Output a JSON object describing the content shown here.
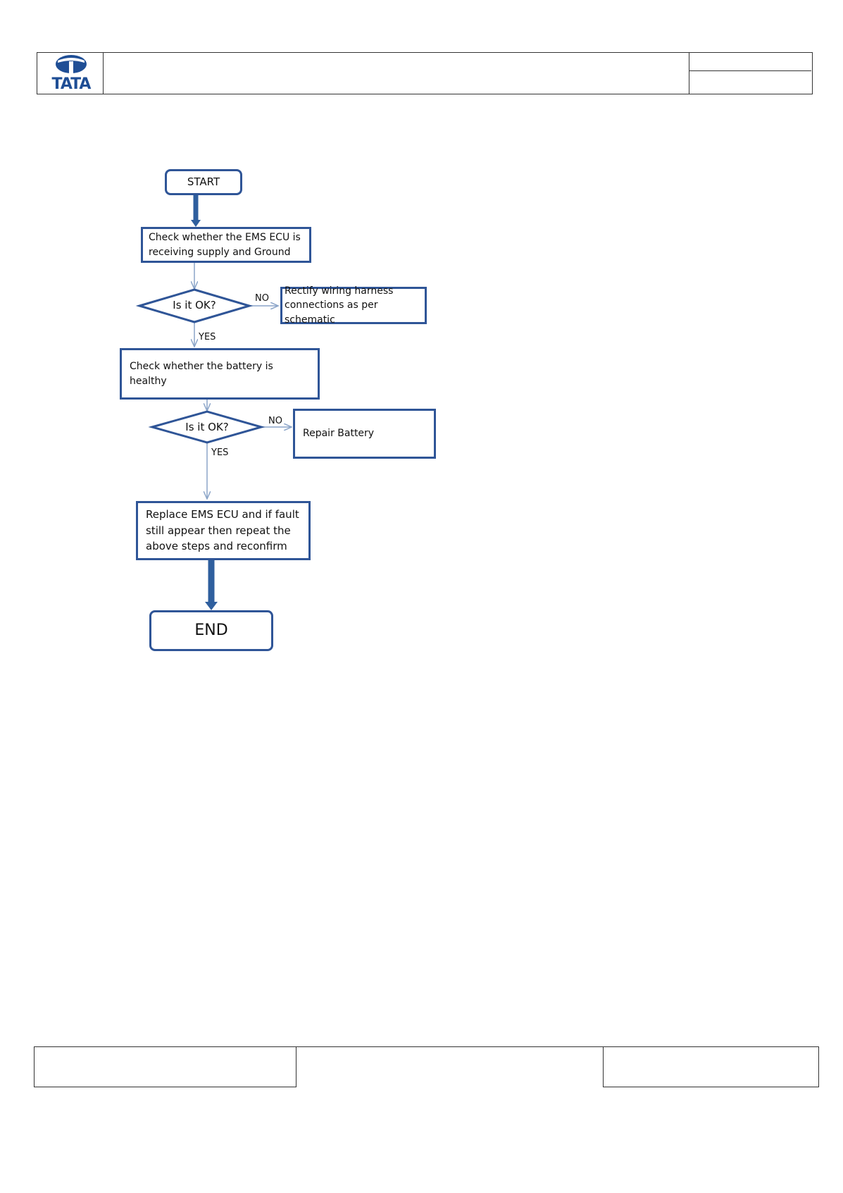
{
  "header": {
    "logo_text": "TATA"
  },
  "flowchart": {
    "start": "START",
    "check_supply": "Check whether the EMS ECU is receiving supply and Ground",
    "decision_1": "Is it OK?",
    "no_1": "NO",
    "rectify": "Rectify wiring harness connections as per schematic",
    "yes_1": "YES",
    "check_battery": "Check whether the battery is healthy",
    "decision_2": "Is it OK?",
    "no_2": "NO",
    "repair": "Repair Battery",
    "yes_2": "YES",
    "replace": "Replace EMS ECU and if fault still appear then repeat the above steps and reconfirm",
    "end": "END"
  },
  "colors": {
    "node_border": "#2f5597",
    "thick_arrow": "#2f5f9e",
    "thin_arrow": "#8aa4c8",
    "logo": "#1f4e95"
  }
}
